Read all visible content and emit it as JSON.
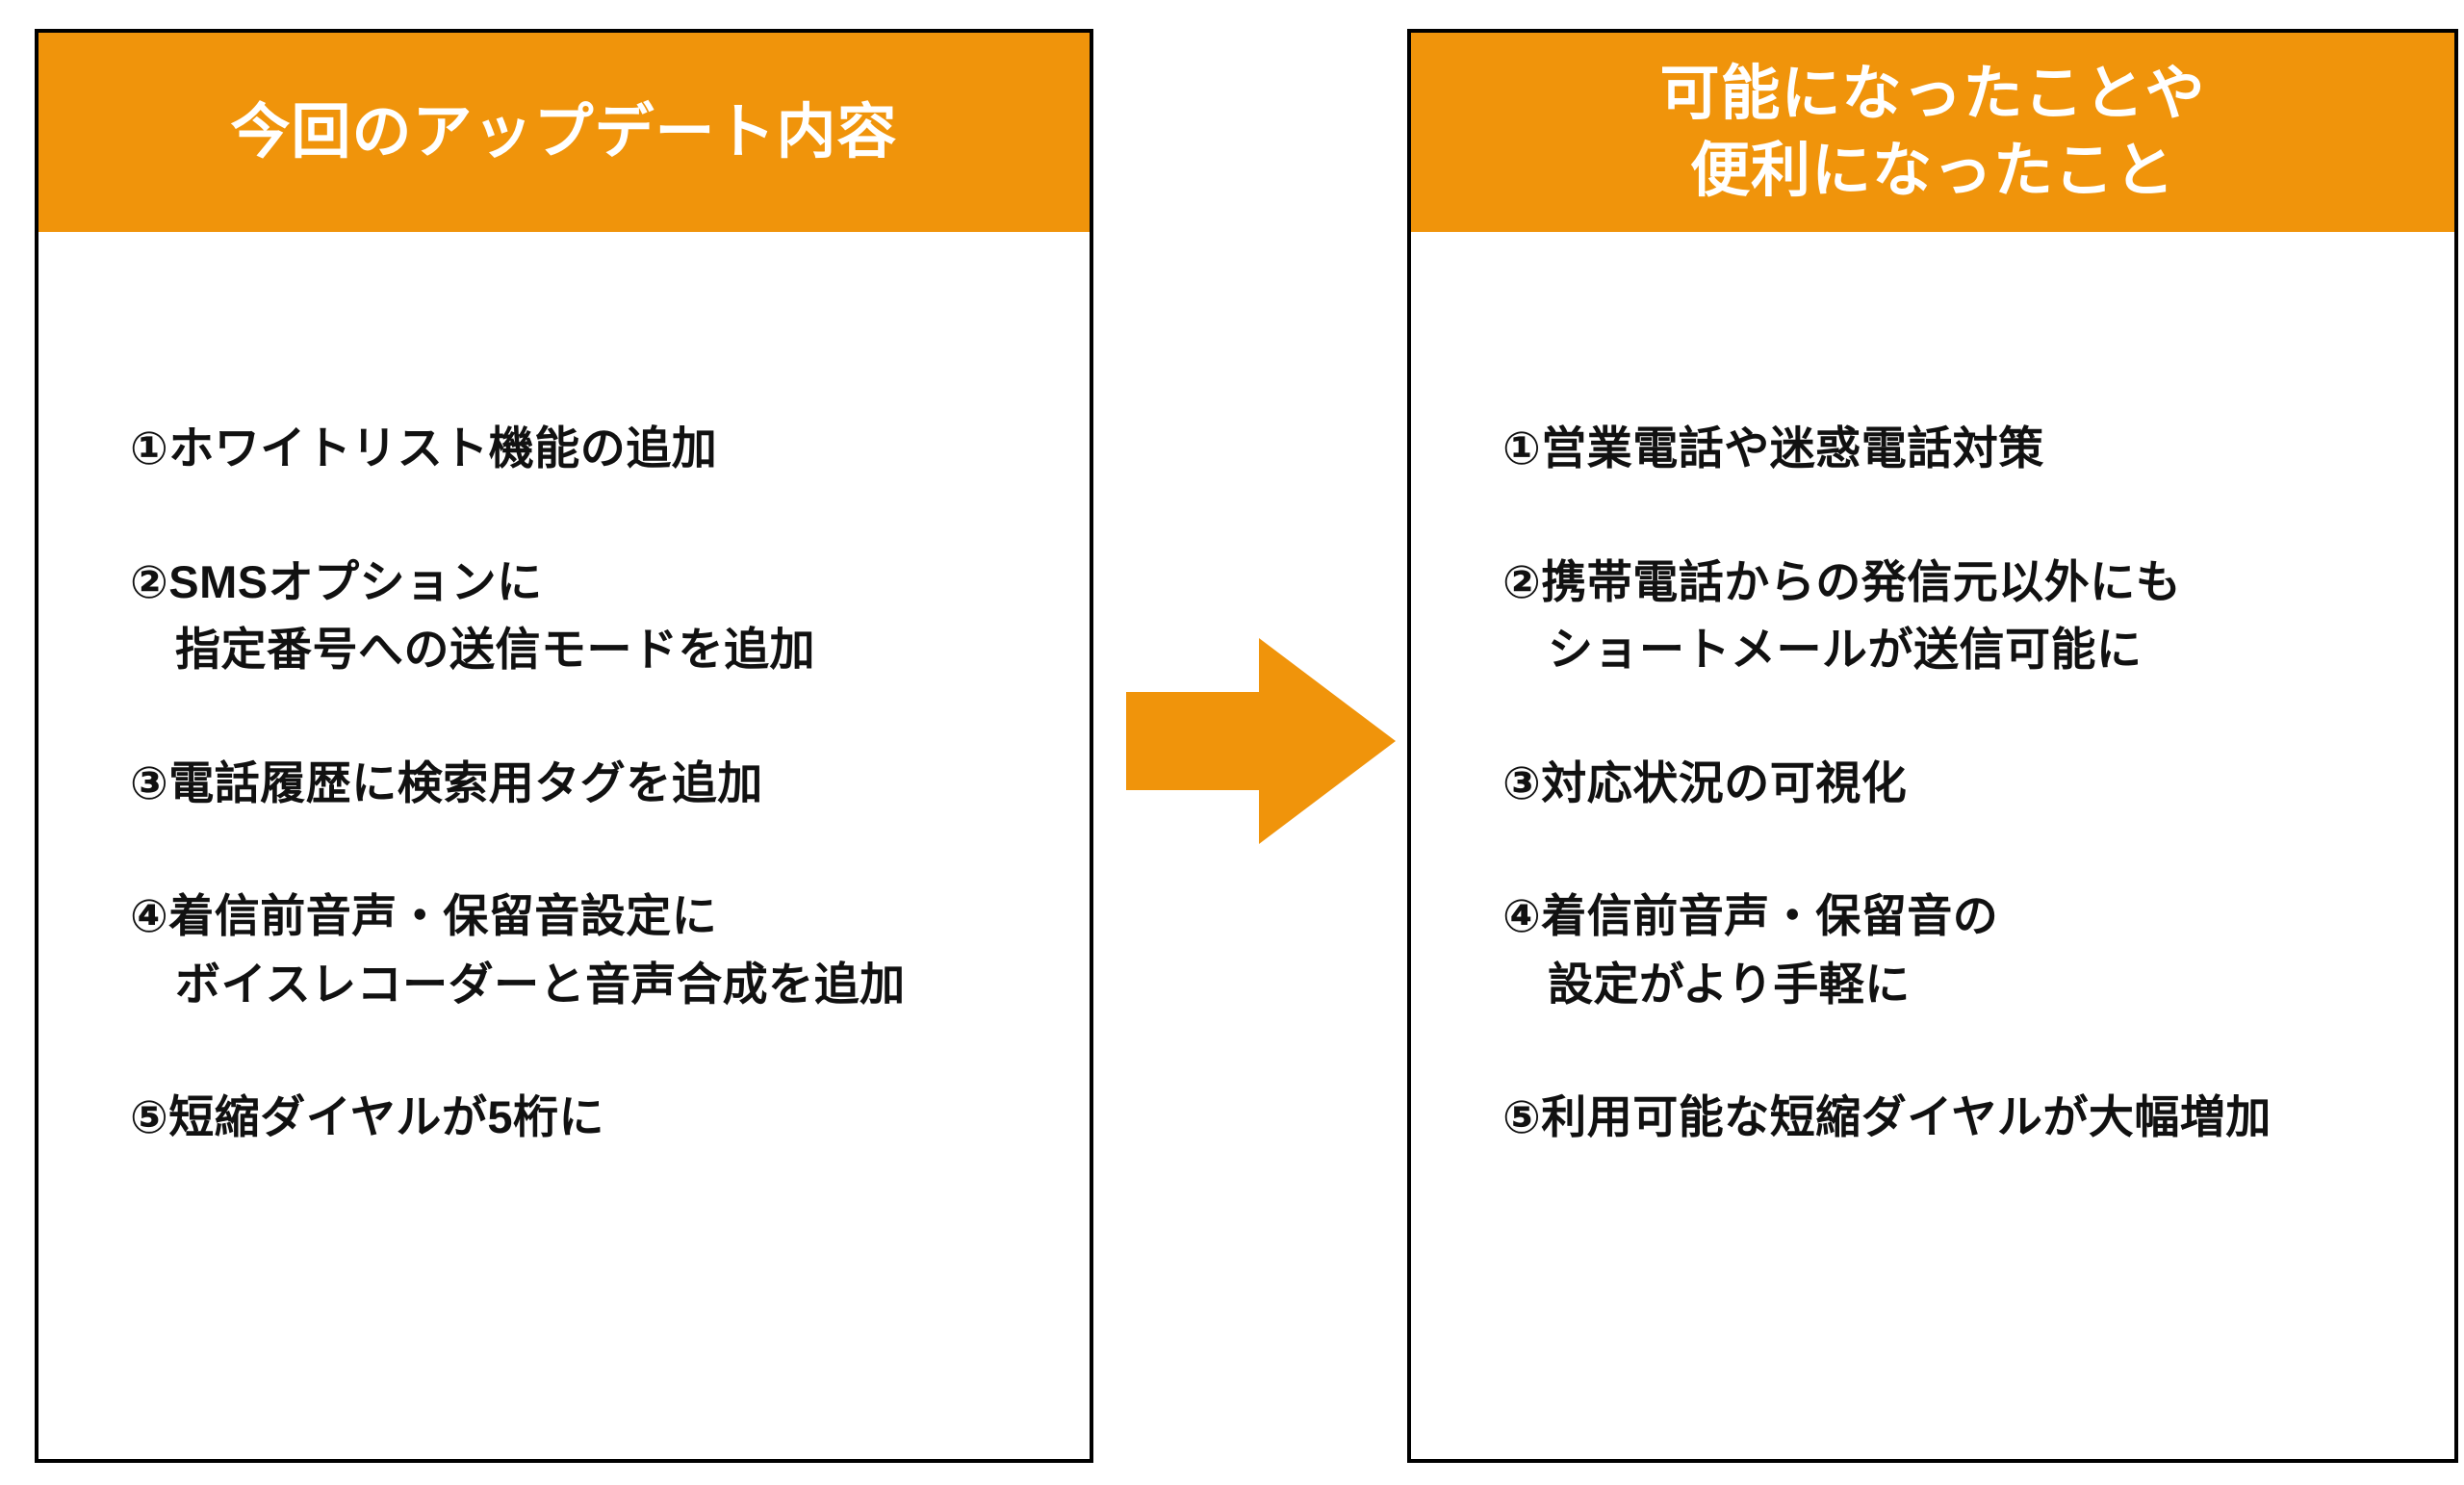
{
  "colors": {
    "accent": "#F0940B",
    "header_text": "#FFFFFF",
    "text": "#111111",
    "border": "#000000"
  },
  "left_panel": {
    "title": "今回のアップデート内容",
    "items": [
      {
        "text": "①ホワイトリスト機能の追加"
      },
      {
        "text": "②SMSオプションに\n指定番号への送信モードを追加"
      },
      {
        "text": "③電話履歴に検索用タグを追加"
      },
      {
        "text": "④着信前音声・保留音設定に\nボイスレコーダーと音声合成を追加"
      },
      {
        "text": "⑤短縮ダイヤルが5桁に"
      }
    ]
  },
  "right_panel": {
    "title": "可能になったことや\n便利になったこと",
    "items": [
      {
        "text": "①営業電話や迷惑電話対策"
      },
      {
        "text": "②携帯電話からの発信元以外にも\nショートメールが送信可能に"
      },
      {
        "text": "③対応状況の可視化"
      },
      {
        "text": "④着信前音声・保留音の\n設定がより手軽に"
      },
      {
        "text": "⑤利用可能な短縮ダイヤルが大幅増加"
      }
    ]
  },
  "arrow": {
    "icon_name": "right-arrow-icon"
  }
}
